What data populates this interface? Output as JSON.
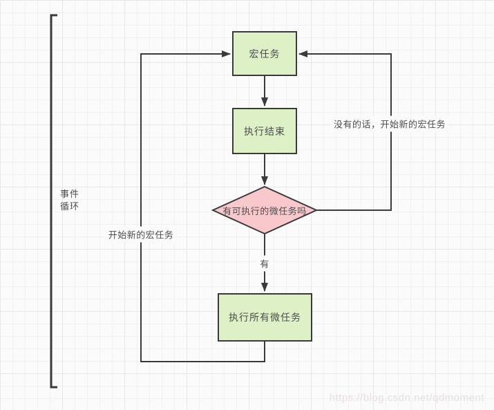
{
  "page": {
    "watermark": "https://blog.csdn.net/qdmoment",
    "colors": {
      "bg": "#fbfbfb",
      "grid_minor": "#f1f1f1",
      "grid_major": "#e7e7e7",
      "stroke": "#3a3a3a",
      "text": "#4d4d4d",
      "green": "#ddf0c6",
      "pink": "#f8c8cc",
      "watermark_color": "#eadfdf"
    }
  },
  "diagram": {
    "bracket_label": "事件\n循环",
    "nodes": {
      "macro_task": "宏任务",
      "execution_end": "执行结束",
      "microtask_check": "有可执行的微任务吗",
      "run_all_microtasks": "执行所有微任务"
    },
    "edge_labels": {
      "has": "有",
      "start_new_macro": "开始新的宏任务",
      "none_start_new_macro": "没有的话，开始新的宏任务"
    }
  }
}
